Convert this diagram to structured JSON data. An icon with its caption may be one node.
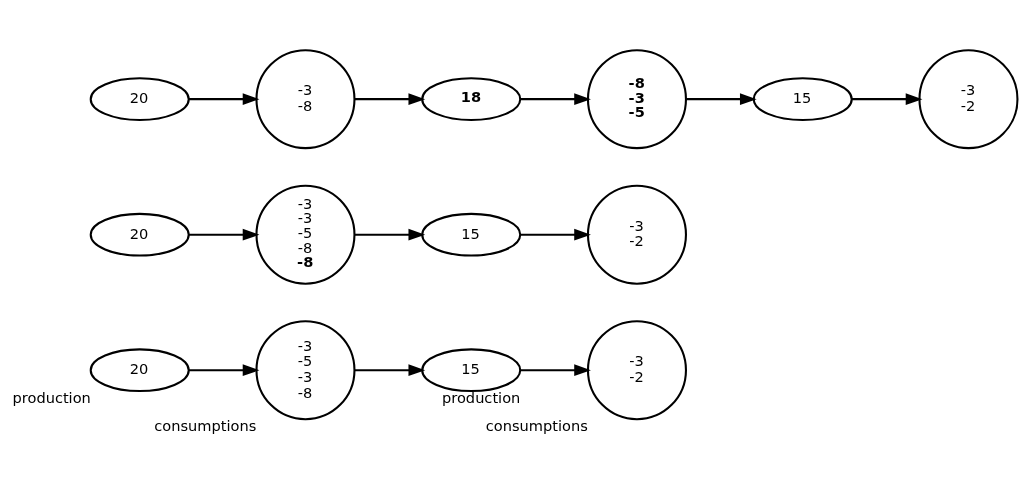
{
  "diagram": {
    "nodes": [
      {
        "text": [
          "20"
        ],
        "beside": [
          "production"
        ]
      },
      {
        "text": [
          "-3",
          "-5",
          "-3",
          "-8"
        ],
        "beside": [
          "consumptions"
        ]
      },
      {
        "text": [
          "15"
        ],
        "beside": [
          "production"
        ]
      },
      {
        "text": [
          "-3",
          "-2"
        ],
        "beside": [
          "consumptions"
        ]
      },
      {
        "text": [
          "20"
        ]
      },
      {
        "text": [
          "-3",
          "-3",
          "-5",
          "-8",
          "**-8**"
        ]
      },
      {
        "text": [
          "15"
        ]
      },
      {
        "text": [
          "-3",
          "-2"
        ]
      },
      {
        "text": [
          "20"
        ]
      },
      {
        "text": [
          "-3",
          "-8"
        ]
      },
      {
        "text": [
          "**18**"
        ]
      },
      {
        "text": [
          "**-8**",
          "**-3**",
          "**-5**"
        ]
      },
      {
        "text": [
          "15"
        ]
      },
      {
        "text": [
          "-3",
          "-2"
        ]
      }
    ],
    "edges": [
      {
        "from": 0,
        "to": 1,
        "arrow": "to"
      },
      {
        "from": 1,
        "to": 2,
        "arrow": "to"
      },
      {
        "from": 2,
        "to": 3,
        "arrow": "to"
      },
      {
        "from": 4,
        "to": 5,
        "arrow": "to"
      },
      {
        "from": 5,
        "to": 6,
        "arrow": "to"
      },
      {
        "from": 6,
        "to": 7,
        "arrow": "to"
      },
      {
        "from": 8,
        "to": 9,
        "arrow": "to"
      },
      {
        "from": 9,
        "to": 10,
        "arrow": "to"
      },
      {
        "from": 10,
        "to": 11,
        "arrow": "to"
      },
      {
        "from": 11,
        "to": 12,
        "arrow": "to"
      },
      {
        "from": 12,
        "to": 13,
        "arrow": "to"
      }
    ]
  }
}
